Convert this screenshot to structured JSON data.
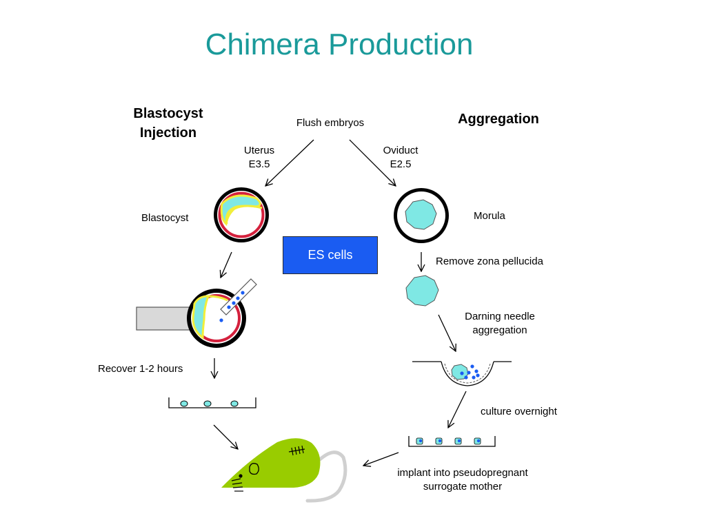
{
  "title": "Chimera Production",
  "left": {
    "heading_line1": "Blastocyst",
    "heading_line2": "Injection",
    "uterus_line1": "Uterus",
    "uterus_line2": "E3.5",
    "blastocyst_label": "Blastocyst",
    "recover_label": "Recover 1-2 hours"
  },
  "center": {
    "flush_label": "Flush embryos",
    "es_cells_label": "ES cells"
  },
  "right": {
    "heading": "Aggregation",
    "oviduct_line1": "Oviduct",
    "oviduct_line2": "E2.5",
    "morula_label": "Morula",
    "remove_zona_label": "Remove zona pellucida",
    "darning_line1": "Darning needle",
    "darning_line2": "aggregation",
    "culture_label": "culture overnight",
    "implant_line1": "implant into pseudopregnant",
    "implant_line2": "surrogate mother"
  },
  "colors": {
    "title": "#1a9a9a",
    "cell_cyan": "#7fe8e4",
    "zona_red": "#d4213d",
    "trophoblast_yellow": "#f2ee3a",
    "es_blue": "#1a5cf2",
    "mouse_green": "#99cc00",
    "holder_gray": "#d9d9d9"
  }
}
